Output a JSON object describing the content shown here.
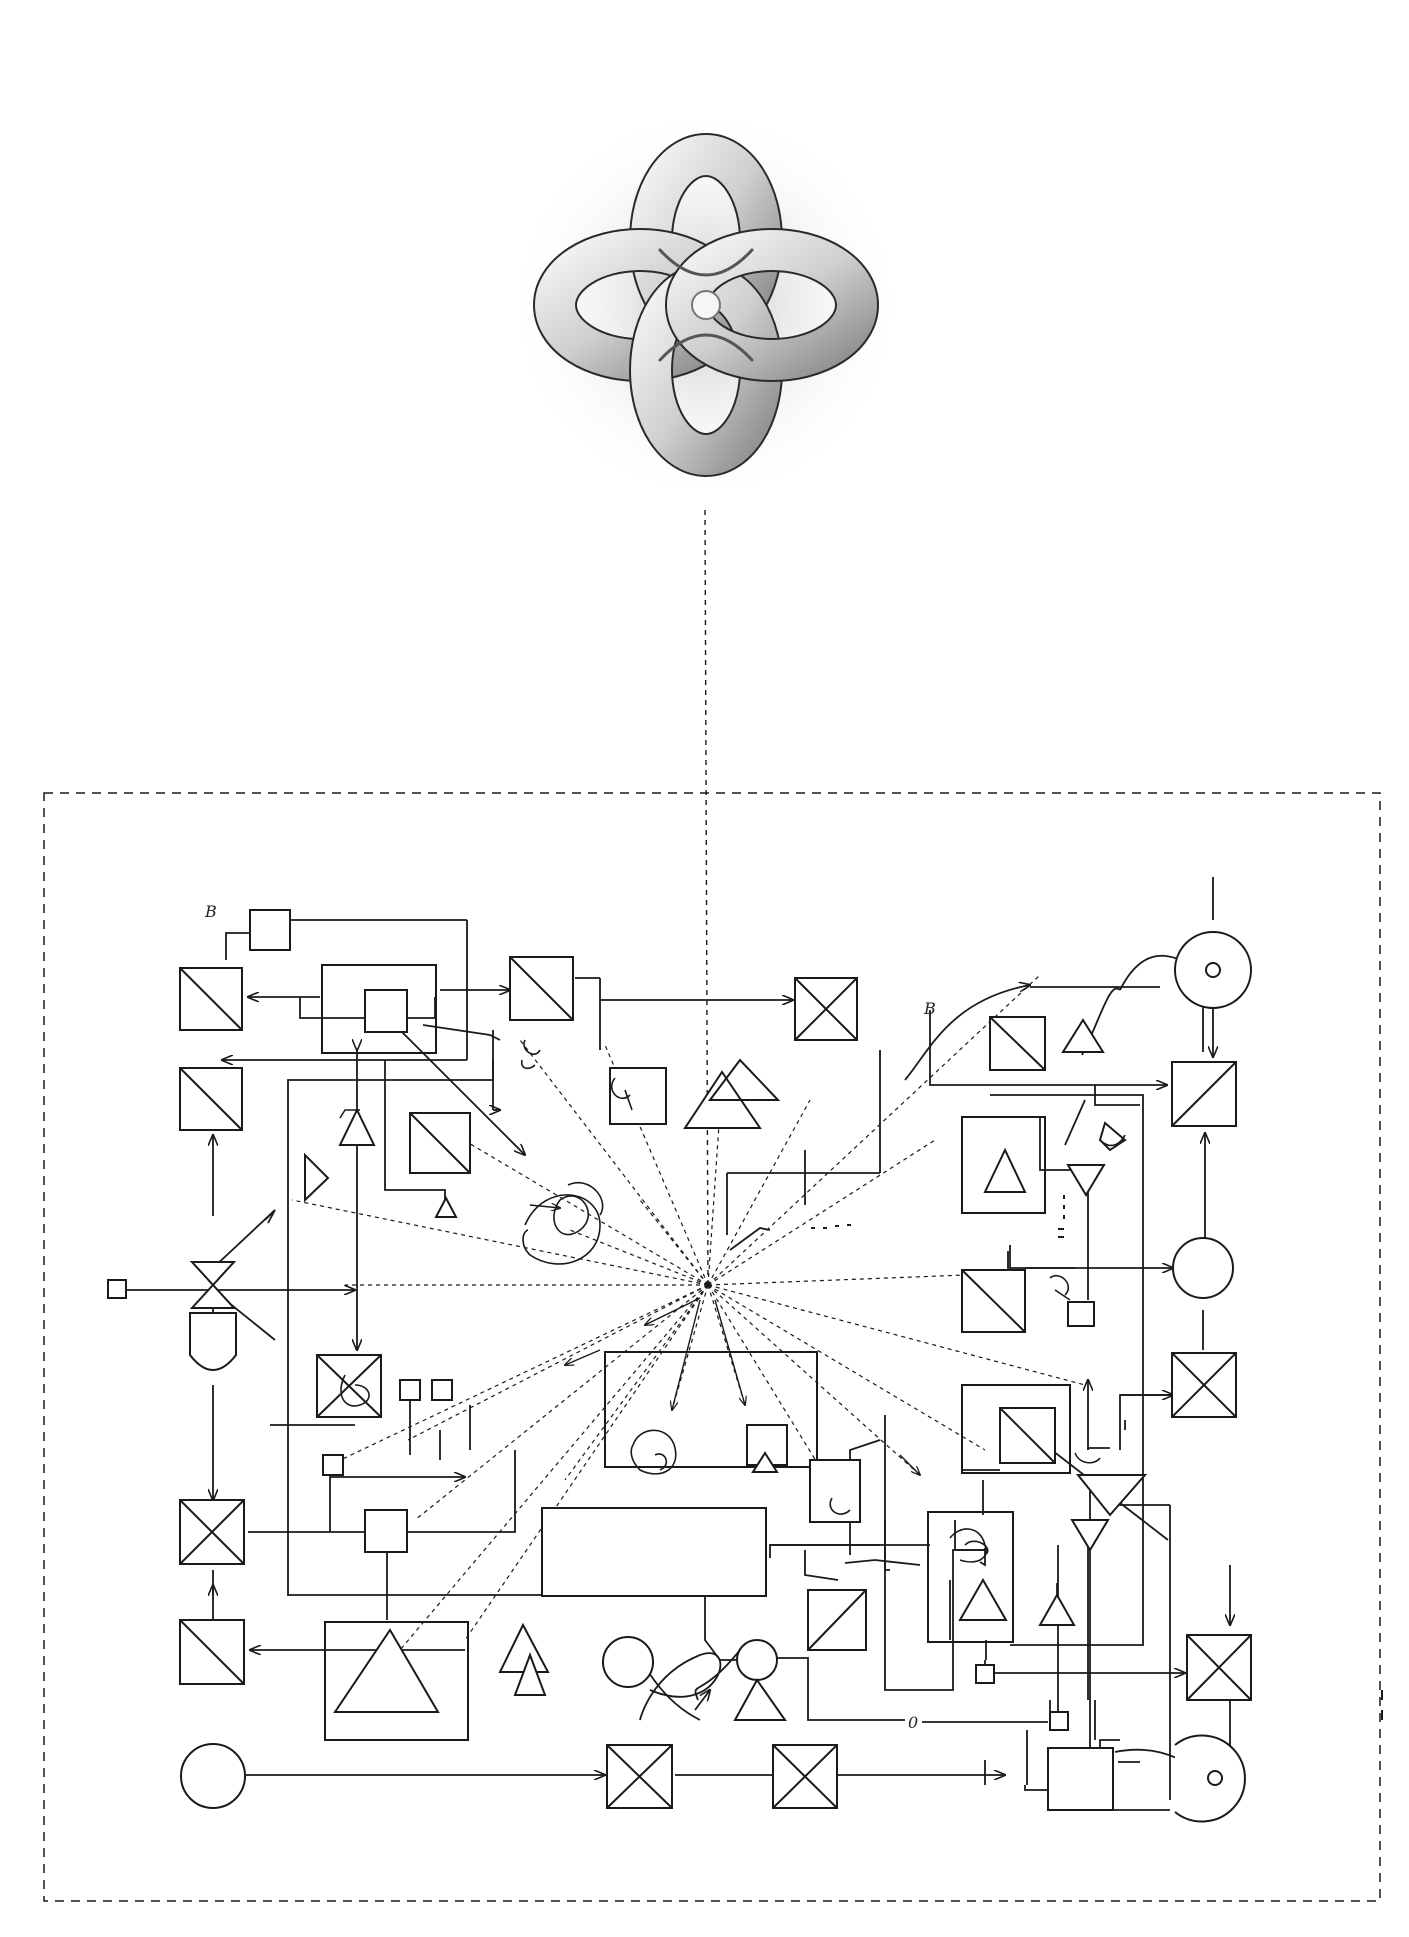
{
  "diagram": {
    "labels": {
      "top_left": "B",
      "top_right": "B",
      "bottom_mid": "0"
    },
    "colors": {
      "ink": "#1a1a1a",
      "background": "#ffffff",
      "knot_shadow": "#9a9a9a"
    },
    "icons": [
      "torus-knot-icon",
      "crossed-box-icon",
      "diagonal-box-icon",
      "triangle-icon",
      "circle-node-icon",
      "and-gate-icon"
    ]
  }
}
